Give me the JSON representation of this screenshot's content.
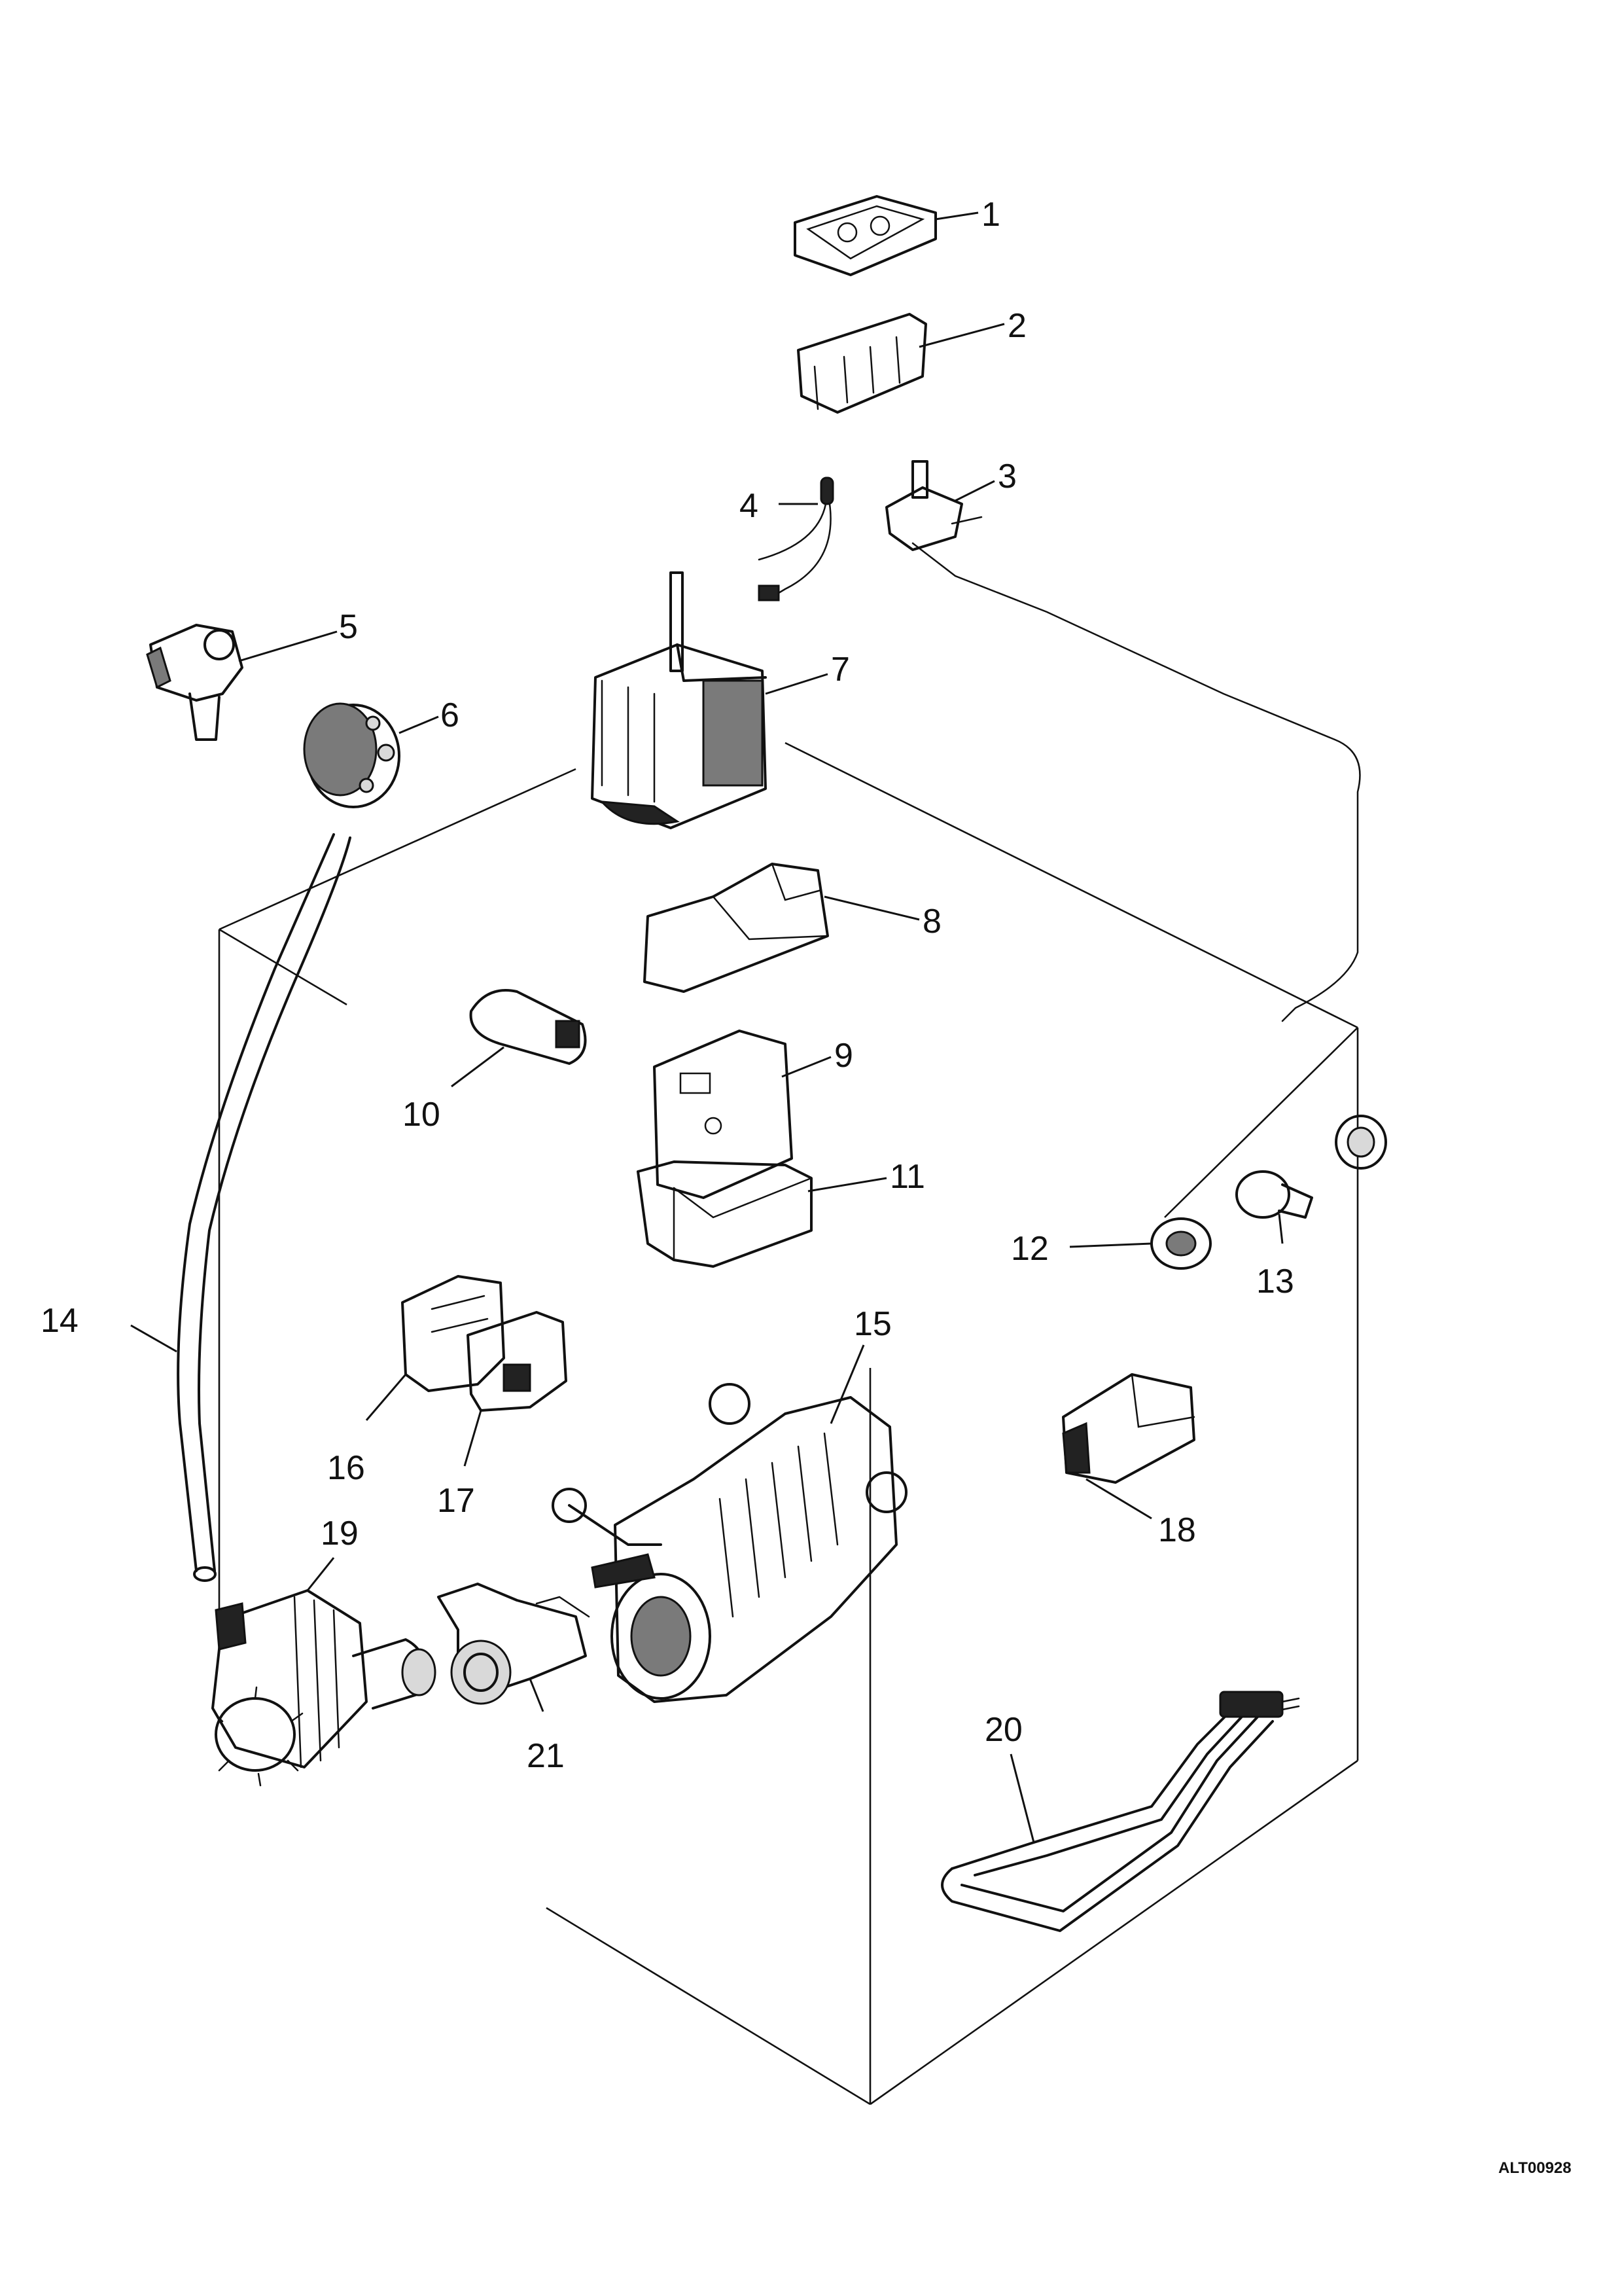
{
  "callouts": {
    "c1": "1",
    "c2": "2",
    "c3": "3",
    "c4": "4",
    "c5": "5",
    "c6": "6",
    "c7": "7",
    "c8": "8",
    "c9": "9",
    "c10": "10",
    "c11": "11",
    "c12": "12",
    "c13": "13",
    "c14": "14",
    "c15": "15",
    "c16": "16",
    "c17": "17",
    "c18": "18",
    "c19": "19",
    "c20": "20",
    "c21": "21"
  },
  "reference_code": "ALT00928"
}
